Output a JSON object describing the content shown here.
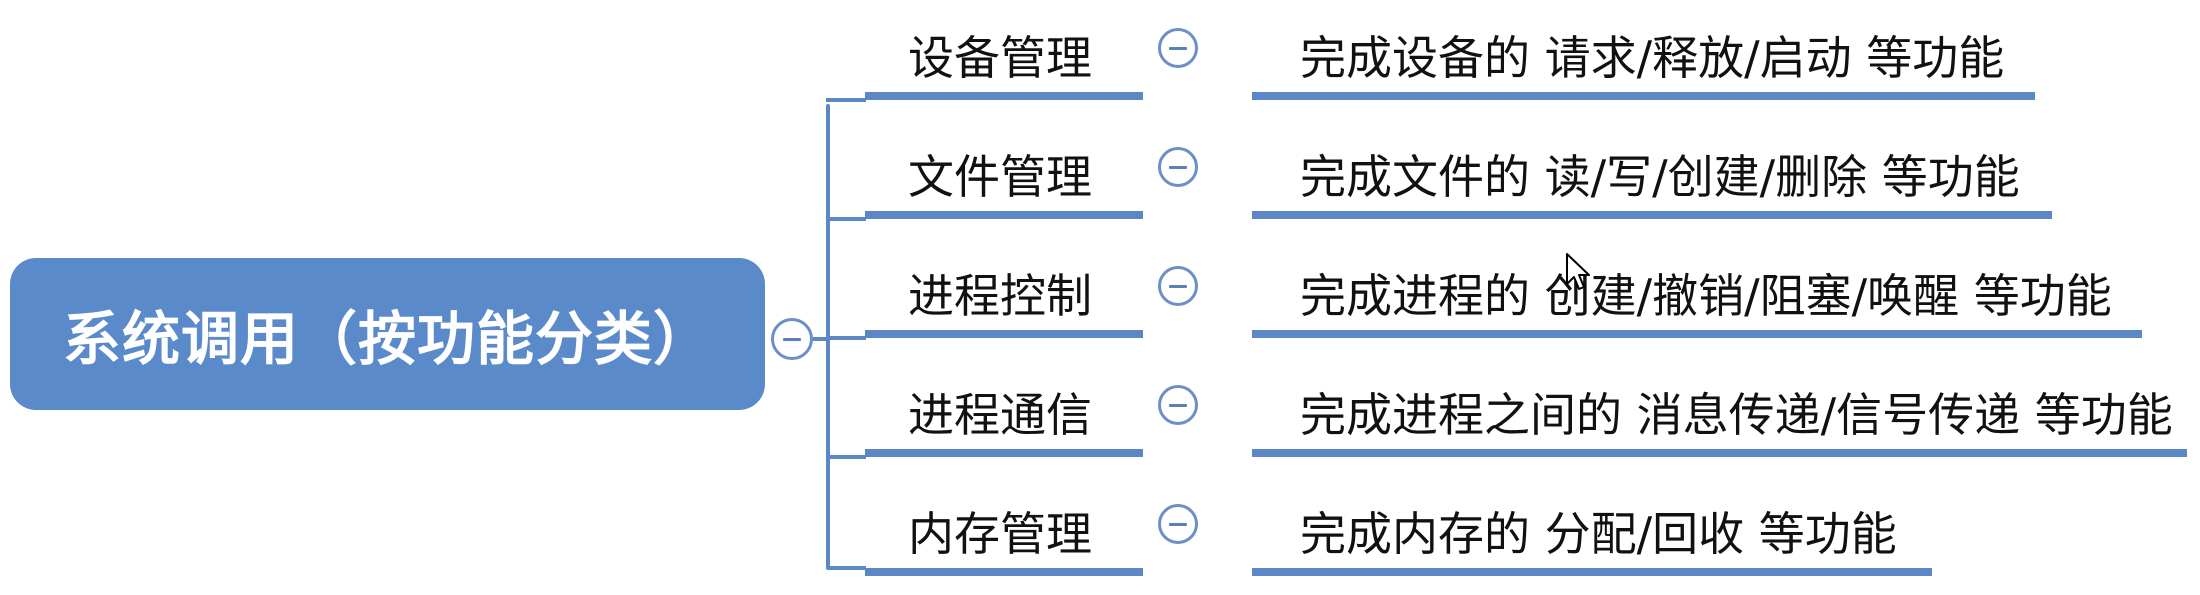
{
  "root": {
    "label": "系统调用（按功能分类）",
    "toggle_icon": "collapse-minus-icon"
  },
  "branches": [
    {
      "label": "设备管理",
      "description": "完成设备的 请求/释放/启动 等功能"
    },
    {
      "label": "文件管理",
      "description": "完成文件的 读/写/创建/删除 等功能"
    },
    {
      "label": "进程控制",
      "description": "完成进程的 创建/撤销/阻塞/唤醒 等功能"
    },
    {
      "label": "进程通信",
      "description": "完成进程之间的 消息传递/信号传递 等功能"
    },
    {
      "label": "内存管理",
      "description": "完成内存的 分配/回收 等功能"
    }
  ],
  "colors": {
    "root_fill": "#5a8ac9",
    "line": "#5b87c6",
    "text": "#111111"
  },
  "icons": {
    "branch_toggle": "collapse-minus-icon",
    "pointer": "mouse-cursor-icon"
  }
}
